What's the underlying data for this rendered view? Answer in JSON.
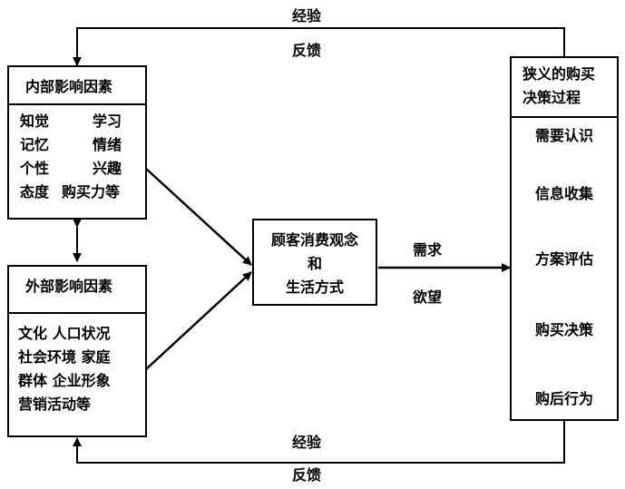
{
  "top_labels": {
    "experience": "经验",
    "feedback": "反馈"
  },
  "bottom_labels": {
    "experience": "经验",
    "feedback": "反馈"
  },
  "internal": {
    "title": "内部影响因素",
    "items": [
      "知觉",
      "学习",
      "记忆",
      "情绪",
      "个性",
      "兴趣",
      "态度",
      "购买力等"
    ]
  },
  "external": {
    "title": "外部影响因素",
    "lines": [
      "文化 人口状况",
      "社会环境 家庭",
      "群体 企业形象",
      "营销活动等"
    ]
  },
  "center": {
    "line1": "顾客消费观念",
    "line2": "和",
    "line3": "生活方式"
  },
  "arrow_labels": {
    "need": "需求",
    "desire": "欲望"
  },
  "process": {
    "title_line1": "狭义的购买",
    "title_line2": "决策过程",
    "steps": [
      "需要认识",
      "信息收集",
      "方案评估",
      "购买决策",
      "购后行为"
    ]
  }
}
